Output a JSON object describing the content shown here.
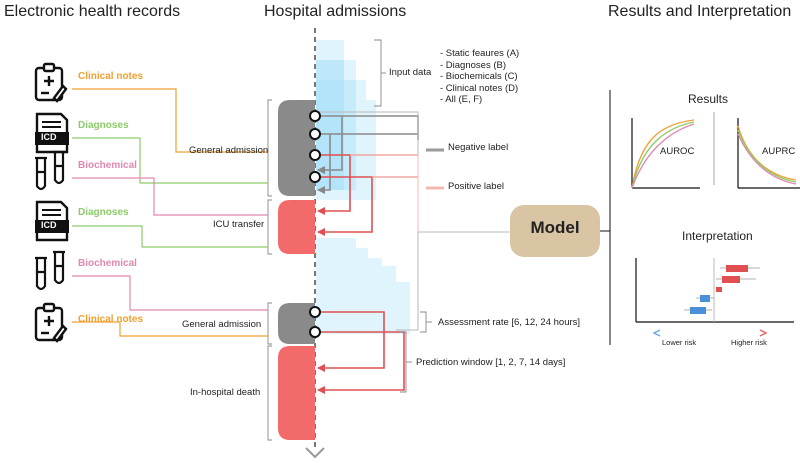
{
  "colors": {
    "notes": "#f0a030",
    "diagnoses": "#8ccc6a",
    "biochemical": "#e088b0",
    "admission": "#8a8a8a",
    "icu": "#f26a6a",
    "model": "#d9c5a3",
    "input_blue": "#bfe9fb",
    "negative": "#9a9a9a",
    "positive": "#f5b8b0"
  },
  "titles": {
    "ehr": "Electronic health records",
    "hospital": "Hospital admissions",
    "results": "Results and Interpretation"
  },
  "sources": [
    {
      "label": "Clinical notes",
      "icon": "clipboard-icon",
      "color": "notes"
    },
    {
      "label": "Diagnoses",
      "icon": "icd-document-icon",
      "color": "diagnoses"
    },
    {
      "label": "Biochemical",
      "icon": "test-tubes-icon",
      "color": "biochemical"
    },
    {
      "label": "Diagnoses",
      "icon": "icd-document-icon",
      "color": "diagnoses"
    },
    {
      "label": "Biochemical",
      "icon": "test-tubes-icon",
      "color": "biochemical"
    },
    {
      "label": "Clinical notes",
      "icon": "clipboard-icon",
      "color": "notes"
    }
  ],
  "icd_text": "ICD",
  "stays": {
    "general_admission_1": "General admission",
    "icu_transfer": "ICU transfer",
    "general_admission_2": "General admission",
    "in_hospital_death": "In-hospital death"
  },
  "input_data": {
    "heading": "Input data",
    "items": [
      "- Static feaures (A)",
      "- Diagnoses (B)",
      "- Biochemicals (C)",
      "- Clinical notes (D)",
      "- All (E, F)"
    ]
  },
  "labels": {
    "negative": "Negative label",
    "positive": "Positive label",
    "assessment": "Assessment rate [6, 12, 24 hours]",
    "prediction": "Prediction window [1, 2, 7, 14 days]"
  },
  "model": "Model",
  "results": {
    "heading": "Results",
    "auroc": "AUROC",
    "auprc": "AUPRC"
  },
  "interpretation": {
    "heading": "Interpretation",
    "lower": "Lower risk",
    "higher": "Higher risk"
  }
}
